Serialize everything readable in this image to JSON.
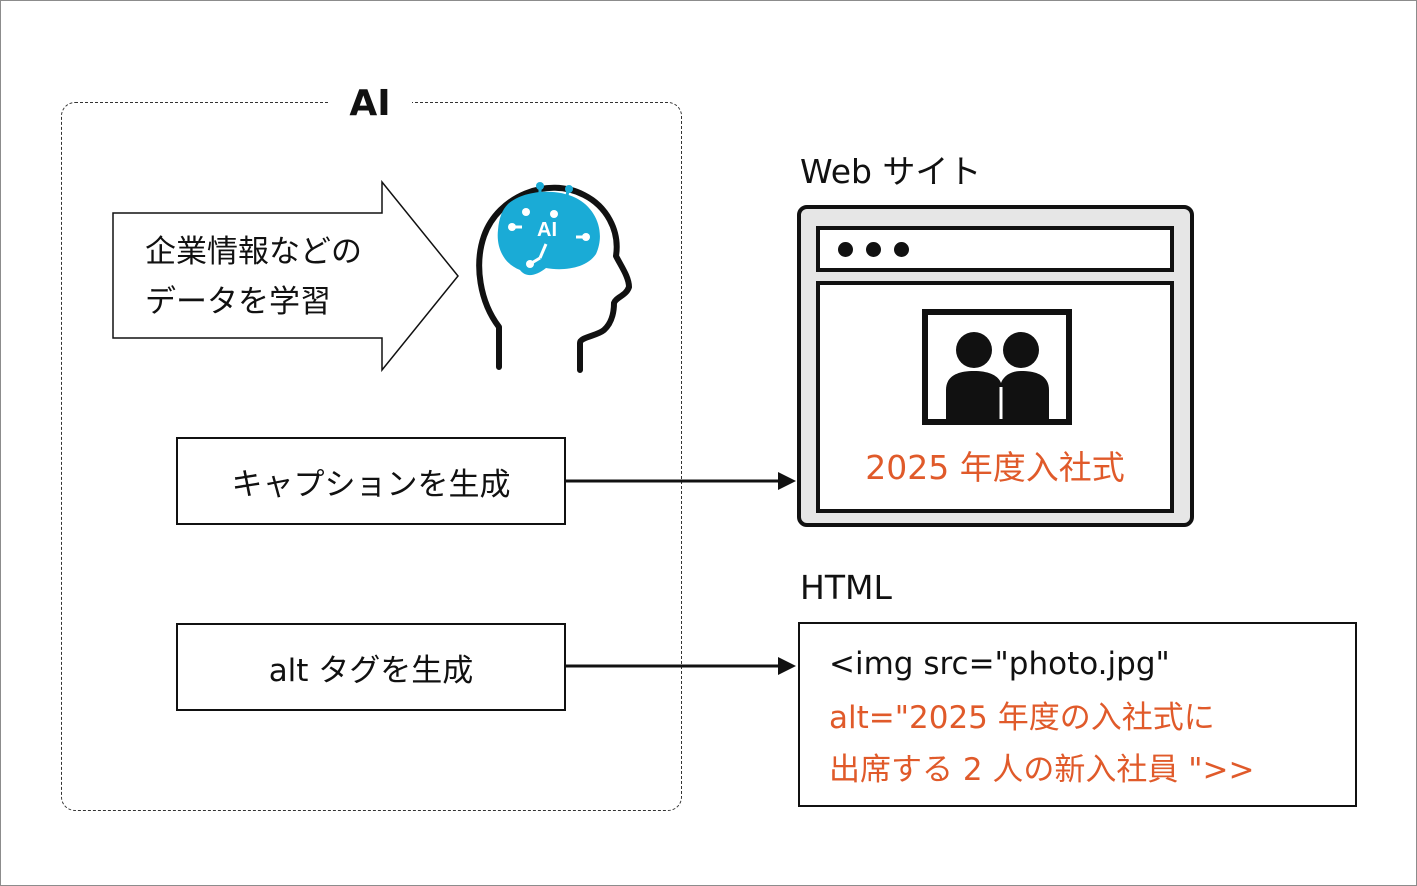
{
  "ai_group": {
    "label": "AI"
  },
  "learn_arrow": {
    "text": "企業情報などの\nデータを学習"
  },
  "brain_icon": {
    "badge": "AI"
  },
  "caption_box": {
    "label": "キャプションを生成"
  },
  "alt_box": {
    "label": "alt タグを生成"
  },
  "website": {
    "title": "Web サイト",
    "image_caption": "2025 年度入社式"
  },
  "html_section": {
    "title": "HTML",
    "code_line1": "<img src=\"photo.jpg\"",
    "code_line2": "alt=\"2025 年度の入社式に",
    "code_line3": "出席する 2 人の新入社員 \">>"
  },
  "colors": {
    "accent_orange": "#e05a2a",
    "brain_blue": "#1aabd6",
    "browser_gray": "#e6e6e6"
  }
}
